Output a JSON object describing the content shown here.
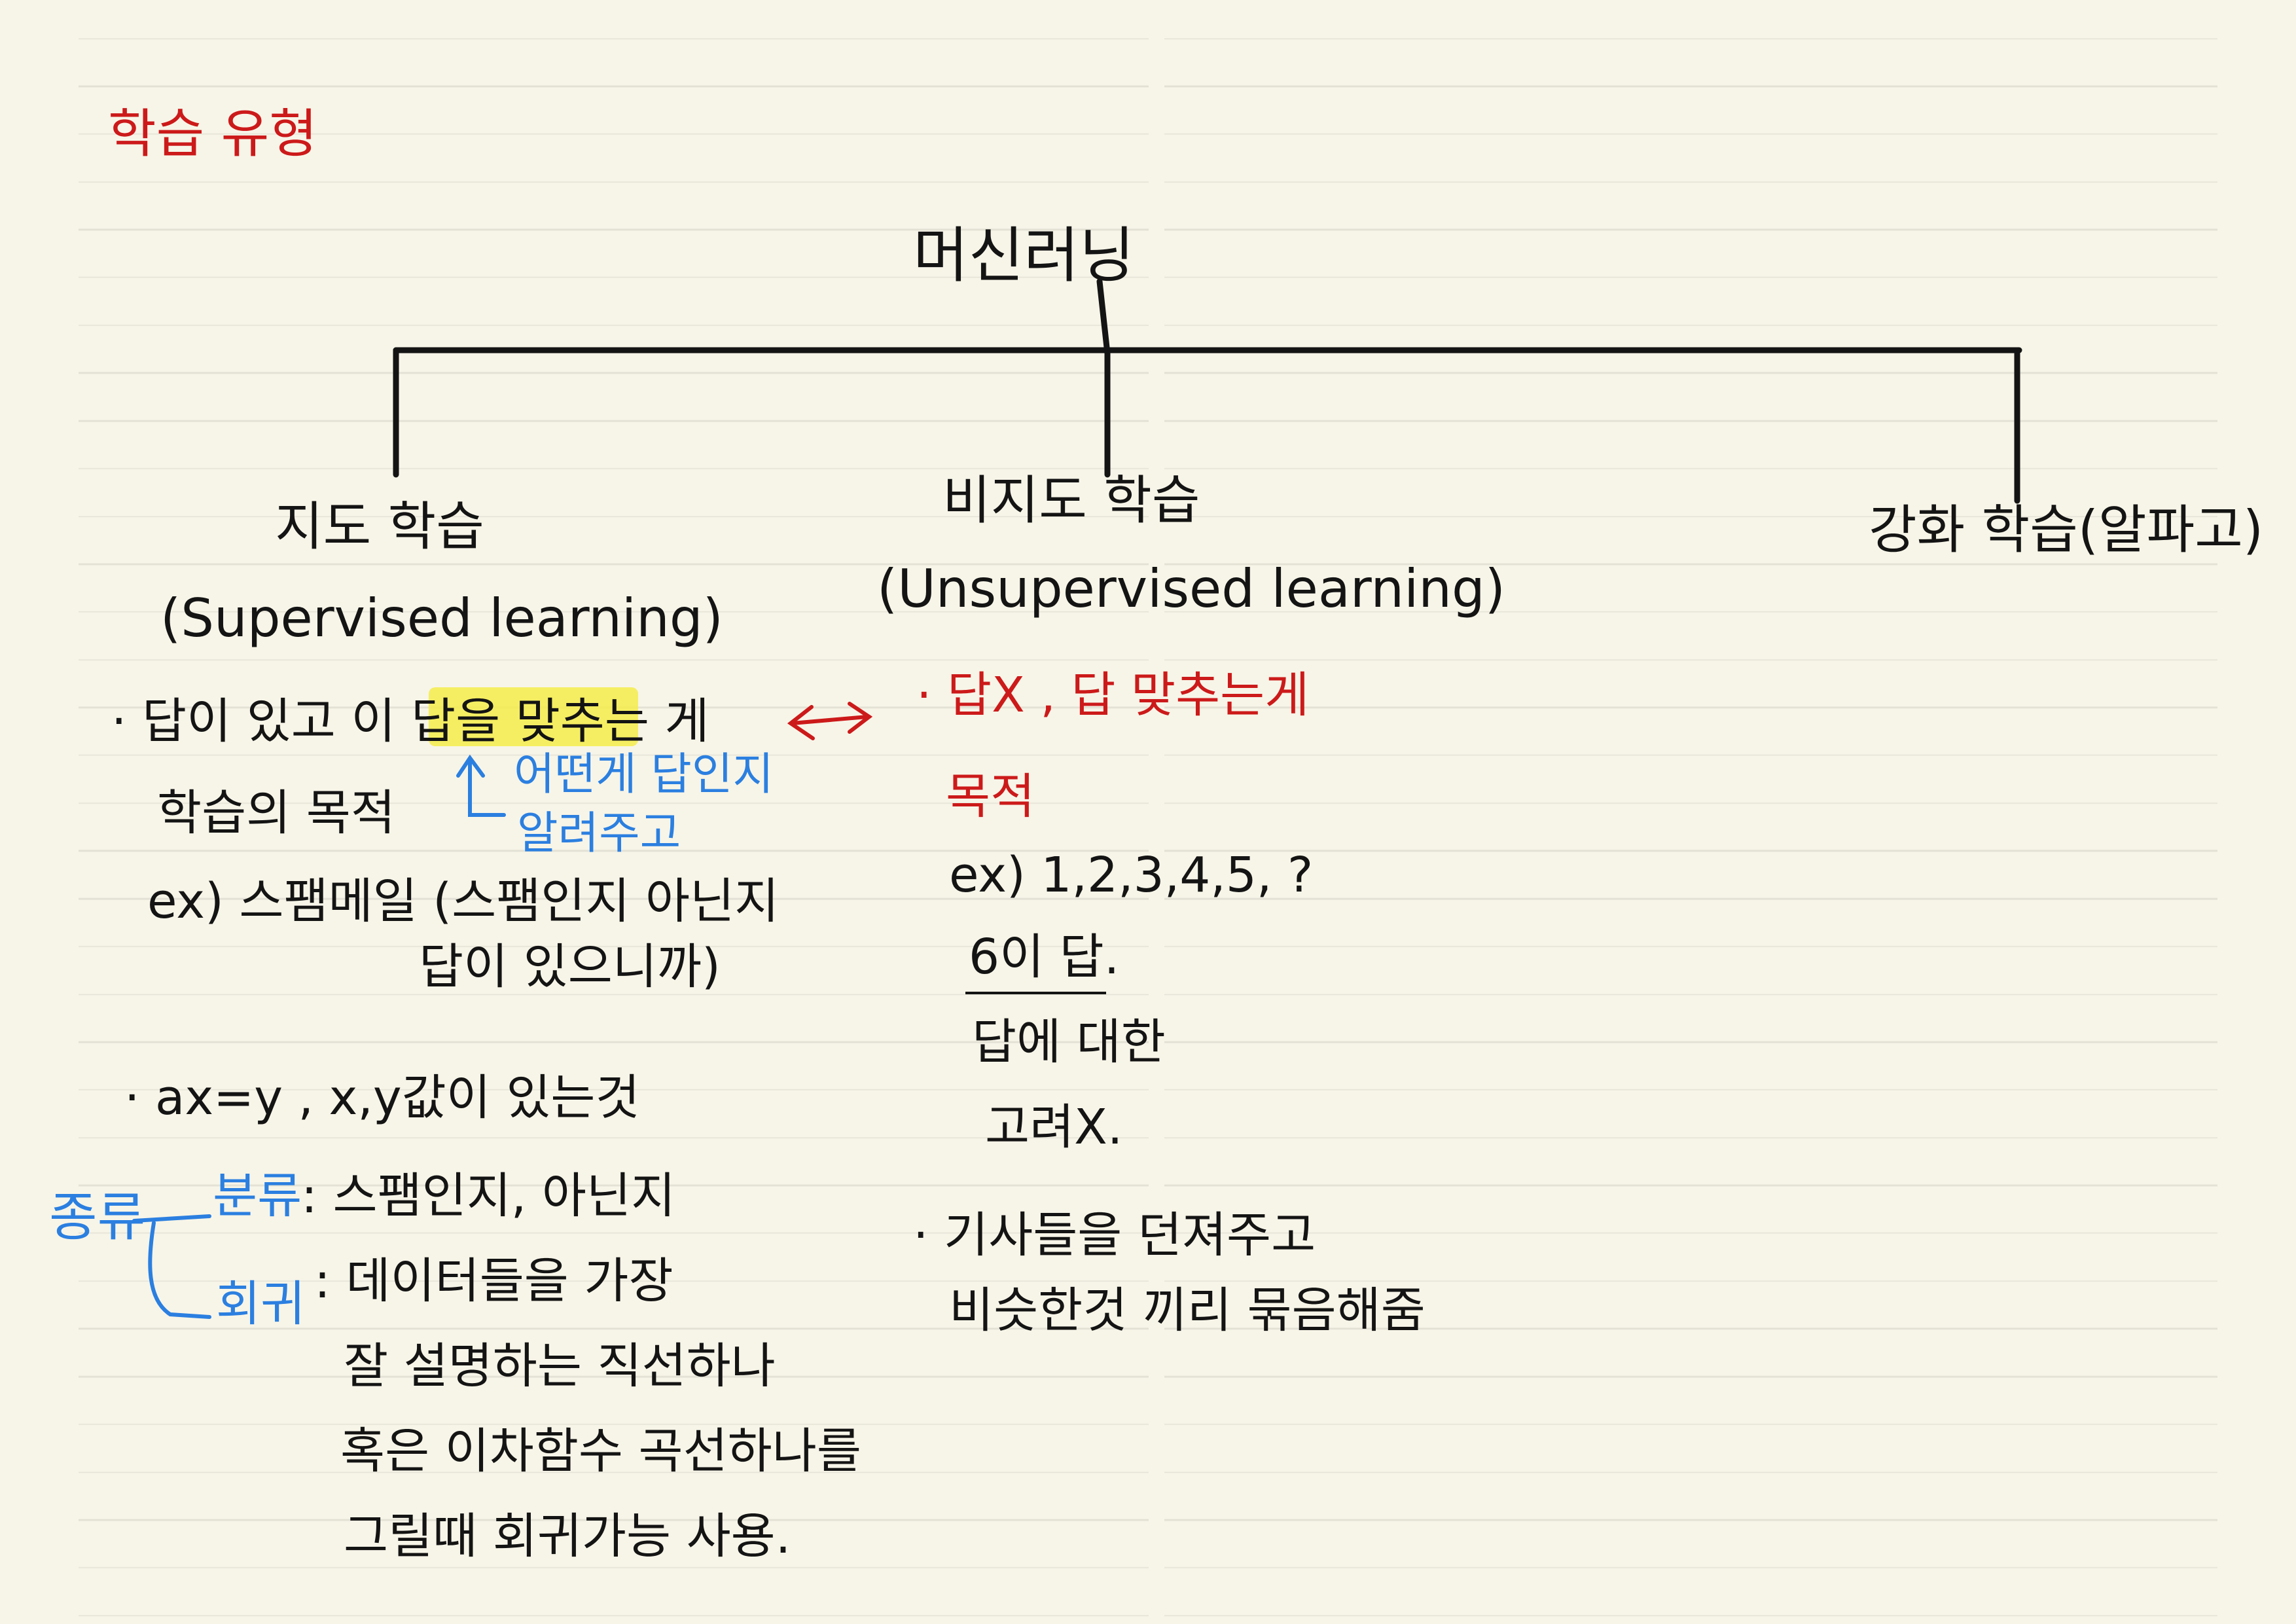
{
  "title": "학습 유형",
  "root": "머신러닝",
  "supervised": {
    "heading_ko": "지도 학습",
    "heading_en": "(Supervised learning)",
    "note1_line1": "· 답이 있고 이 답을 맞추는 게",
    "note1_line2": "학습의 목적",
    "aside_line1": "어떤게 답인지",
    "aside_line2": "알려주고",
    "example_line1": "ex) 스팸메일 (스팸인지 아닌지",
    "example_line2": "답이 있으니까)",
    "note2": "· ax=y , x,y값이 있는것",
    "kinds_label": "종류",
    "classification_label": "분류",
    "classification_desc": ": 스팸인지, 아닌지",
    "regression_label": "회귀",
    "regression_line1": ": 데이터들을 가장",
    "regression_line2": "잘 설명하는 직선하나",
    "regression_line3": "혹은 이차함수 곡선하나를",
    "regression_line4": "그릴때 회귀가능 사용."
  },
  "unsupervised": {
    "heading_ko": "비지도 학습",
    "heading_en": "(Unsupervised learning)",
    "note1_line1": "· 답X , 답 맞추는게",
    "note1_line2": "목적",
    "seq": "ex) 1,2,3,4,5, ?",
    "answer_line": "6이 답.",
    "line3": "답에 대한",
    "line4": "고려X.",
    "note2_line1": "· 기사들을 던져주고",
    "note2_line2": "비슷한것 끼리 묶음해줌"
  },
  "reinforcement": {
    "heading": "강화 학습(알파고)"
  },
  "colors": {
    "ink": "#141414",
    "red": "#cc1a1a",
    "blue": "#2b7fe0",
    "highlight": "#f4ec4a",
    "paper": "#f7f5e8"
  }
}
